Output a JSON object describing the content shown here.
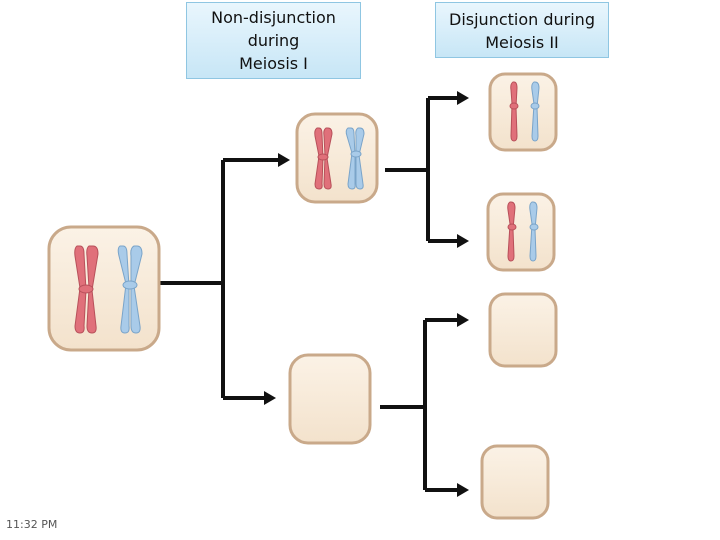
{
  "labels": {
    "meiosis_one": [
      "Non-disjunction",
      "during",
      "Meiosis I"
    ],
    "meiosis_two": [
      "Disjunction during",
      "Meiosis II"
    ]
  },
  "status": {
    "timestamp": "11:32 PM"
  },
  "colors": {
    "cell_fill": "#f6e9d6",
    "cell_border": "#c9a98a",
    "maternal_chromosome": "#e0707a",
    "paternal_chromosome": "#a9cbe9",
    "arrow": "#111111",
    "label_box_border": "#8fc6e2"
  },
  "icons": {
    "arrowheads": "arrowhead-icon",
    "cells": "cell-icon",
    "chromosomes": "chromosome-icon"
  }
}
